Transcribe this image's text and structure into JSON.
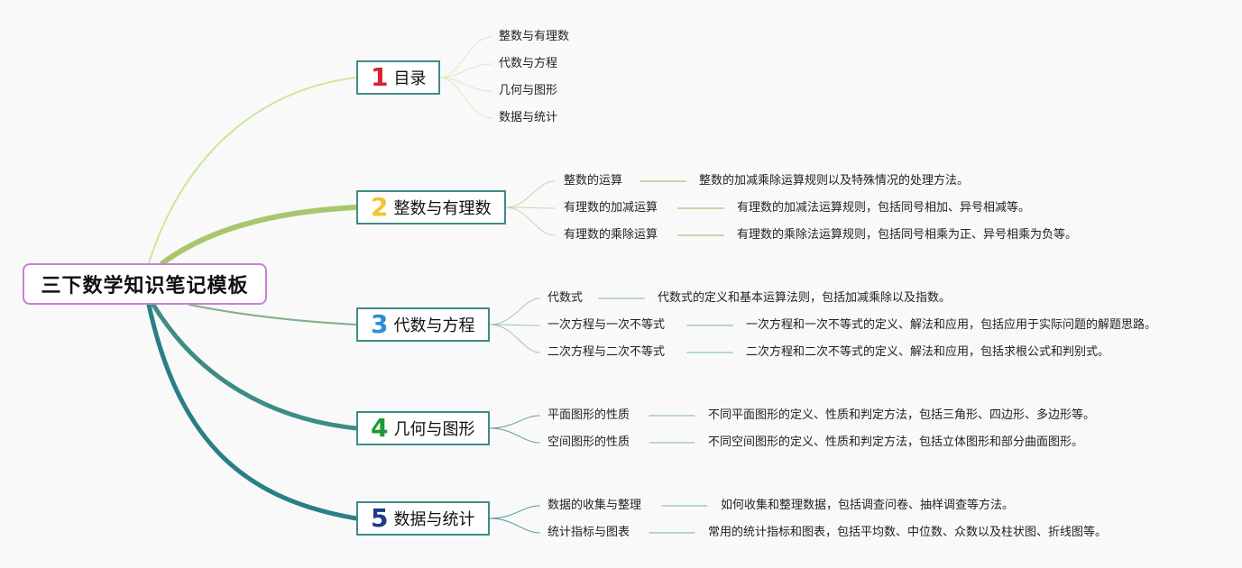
{
  "root": {
    "label": "三下数学知识笔记模板"
  },
  "branches": [
    {
      "number": "1",
      "label": "目录",
      "number_color": "#d6232f",
      "stroke": "#c9e89a",
      "children": [
        {
          "label": "整数与有理数"
        },
        {
          "label": "代数与方程"
        },
        {
          "label": "几何与图形"
        },
        {
          "label": "数据与统计"
        }
      ]
    },
    {
      "number": "2",
      "label": "整数与有理数",
      "number_color": "#f2c531",
      "stroke": "#a8c66c",
      "children": [
        {
          "label": "整数的运算",
          "detail": "整数的加减乘除运算规则以及特殊情况的处理方法。"
        },
        {
          "label": "有理数的加减运算",
          "detail": "有理数的加减法运算规则，包括同号相加、异号相减等。"
        },
        {
          "label": "有理数的乘除运算",
          "detail": "有理数的乘除法运算规则，包括同号相乘为正、异号相乘为负等。"
        }
      ]
    },
    {
      "number": "3",
      "label": "代数与方程",
      "number_color": "#2a8fd6",
      "stroke": "#7fb08a",
      "children": [
        {
          "label": "代数式",
          "detail": "代数式的定义和基本运算法则，包括加减乘除以及指数。"
        },
        {
          "label": "一次方程与一次不等式",
          "detail": "一次方程和一次不等式的定义、解法和应用，包括应用于实际问题的解题思路。"
        },
        {
          "label": "二次方程与二次不等式",
          "detail": "二次方程和二次不等式的定义、解法和应用，包括求根公式和判别式。"
        }
      ]
    },
    {
      "number": "4",
      "label": "几何与图形",
      "number_color": "#1f9a35",
      "stroke": "#3d8c86",
      "children": [
        {
          "label": "平面图形的性质",
          "detail": "不同平面图形的定义、性质和判定方法，包括三角形、四边形、多边形等。"
        },
        {
          "label": "空间图形的性质",
          "detail": "不同空间图形的定义、性质和判定方法，包括立体图形和部分曲面图形。"
        }
      ]
    },
    {
      "number": "5",
      "label": "数据与统计",
      "number_color": "#1f3a86",
      "stroke": "#2a7f86",
      "children": [
        {
          "label": "数据的收集与整理",
          "detail": "如何收集和整理数据，包括调查问卷、抽样调查等方法。"
        },
        {
          "label": "统计指标与图表",
          "detail": "常用的统计指标和图表，包括平均数、中位数、众数以及柱状图、折线图等。"
        }
      ]
    }
  ]
}
